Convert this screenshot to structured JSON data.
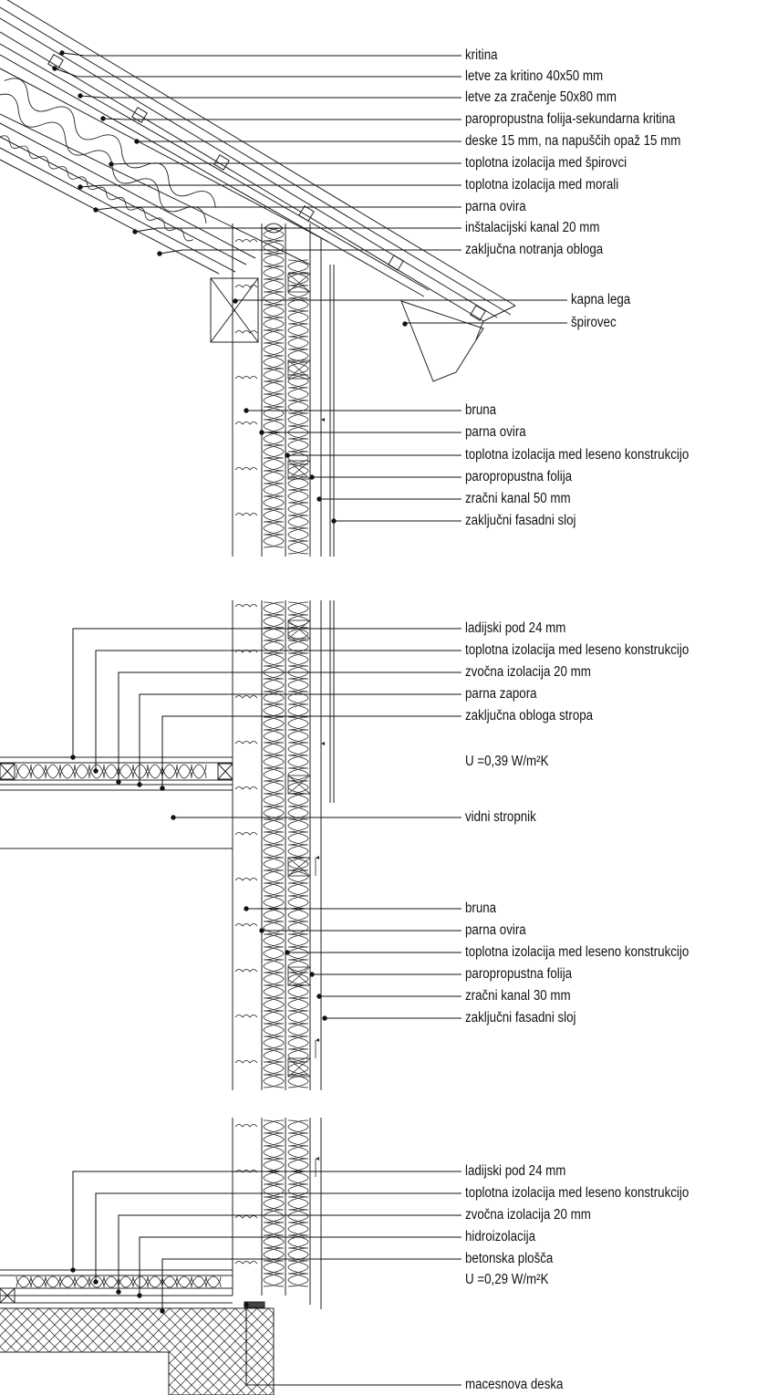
{
  "roof": {
    "labels": [
      "kritina",
      "letve za kritino 40x50 mm",
      "letve za zračenje 50x80 mm",
      "paropropustna folija-sekundarna kritina",
      "deske 15 mm, na napuščih opaž 15 mm",
      "toplotna izolacija med špirovci",
      "toplotna izolacija med morali",
      "parna ovira",
      "inštalacijski kanal 20 mm",
      "zaključna notranja obloga"
    ],
    "purlin_label": "kapna lega",
    "rafter_label": "špirovec"
  },
  "upper_wall": {
    "labels": [
      "bruna",
      "parna ovira",
      "toplotna izolacija med leseno konstrukcijo",
      "paropropustna folija",
      "zračni kanal 50 mm",
      "zaključni fasadni sloj"
    ]
  },
  "intermediate_floor": {
    "labels": [
      "ladijski pod 24 mm",
      "toplotna izolacija med leseno konstrukcijo",
      "zvočna izolacija 20 mm",
      "parna zapora",
      "zaključna obloga stropa"
    ],
    "u_value": "U =0,39 W/m²K",
    "beam_label": "vidni stropnik"
  },
  "lower_wall": {
    "labels": [
      "bruna",
      "parna ovira",
      "toplotna izolacija med leseno konstrukcijo",
      "paropropustna folija",
      "zračni kanal 30 mm",
      "zaključni fasadni sloj"
    ]
  },
  "ground_floor": {
    "labels": [
      "ladijski pod 24 mm",
      "toplotna izolacija med leseno konstrukcijo",
      "zvočna izolacija 20 mm",
      "hidroizolacija",
      "betonska plošča"
    ],
    "u_value": "U =0,29 W/m²K",
    "base_label": "macesnova deska"
  }
}
